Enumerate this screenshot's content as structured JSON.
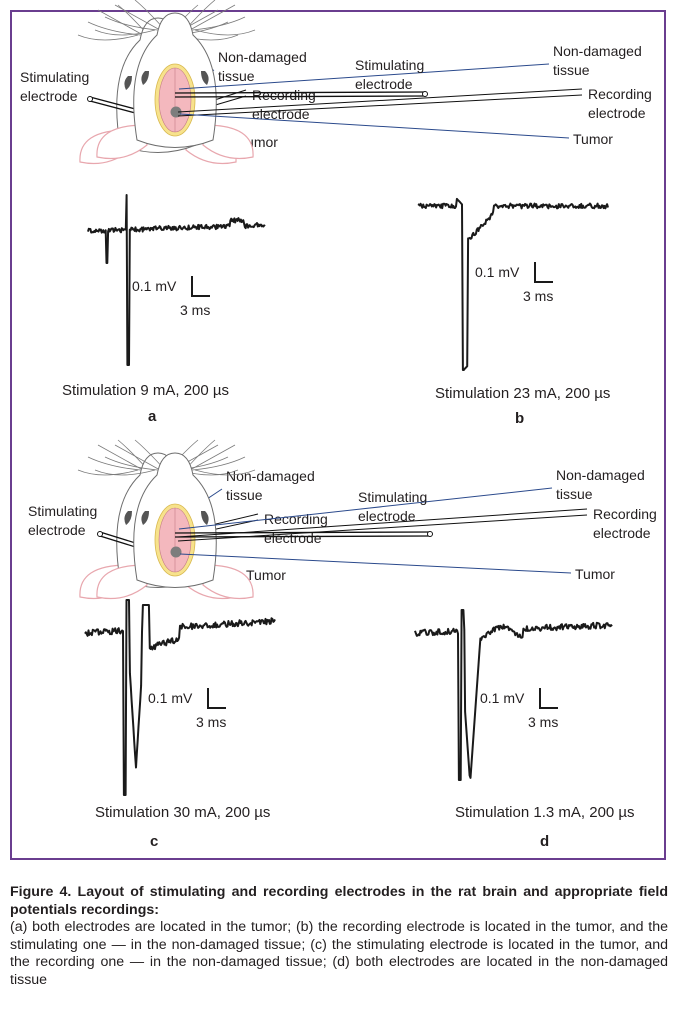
{
  "panels": [
    {
      "id": "a",
      "stimulating": "Stimulating\nelectrode",
      "non_damaged": "Non-damaged\ntissue",
      "recording": "Recording\nelectrode",
      "tumor": "Tumor",
      "scale_voltage": "0.1 mV",
      "scale_time": "3 ms",
      "stimulation": "Stimulation 9 mA, 200 µs",
      "letter": "a",
      "recording_electrode_site": "tumor",
      "stimulating_electrode_site": "tumor"
    },
    {
      "id": "b",
      "stimulating": "Stimulating\nelectrode",
      "non_damaged": "Non-damaged\ntissue",
      "recording": "Recording\nelectrode",
      "tumor": "Tumor",
      "scale_voltage": "0.1 mV",
      "scale_time": "3 ms",
      "stimulation": "Stimulation 23 mA, 200 µs",
      "letter": "b",
      "recording_electrode_site": "tumor",
      "stimulating_electrode_site": "non-damaged"
    },
    {
      "id": "c",
      "stimulating": "Stimulating\nelectrode",
      "non_damaged": "Non-damaged\ntissue",
      "recording": "Recording\nelectrode",
      "tumor": "Tumor",
      "scale_voltage": "0.1 mV",
      "scale_time": "3 ms",
      "stimulation": "Stimulation 30 mA, 200 µs",
      "letter": "c",
      "recording_electrode_site": "non-damaged",
      "stimulating_electrode_site": "tumor"
    },
    {
      "id": "d",
      "stimulating": "Stimulating\nelectrode",
      "non_damaged": "Non-damaged\ntissue",
      "recording": "Recording\nelectrode",
      "tumor": "Tumor",
      "scale_voltage": "0.1 mV",
      "scale_time": "3 ms",
      "stimulation": "Stimulation 1.3 mA, 200 µs",
      "letter": "d",
      "recording_electrode_site": "non-damaged",
      "stimulating_electrode_site": "non-damaged"
    }
  ],
  "caption": {
    "title": "Figure 4. Layout of stimulating and recording electrodes in the rat brain and appropriate field potentials recordings:",
    "body": "(a) both electrodes are located in the tumor; (b) the recording electrode is located in the tumor, and the stimulating one — in the non-damaged tissue; (c) the stimulating electrode is located in the tumor, and the recording one — in the non-damaged tissue; (d) both electrodes are located in the non-damaged tissue"
  },
  "colors": {
    "frame": "#6a3d8f",
    "brain": "#f4b8be",
    "tumor_rim": "#f7e28c",
    "tumor": "#7d7d7d",
    "ear": "#e8a7ae",
    "ink": "#231f20"
  }
}
